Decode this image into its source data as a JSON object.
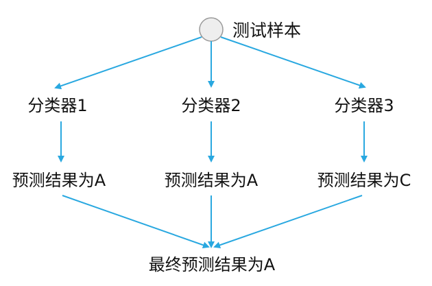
{
  "diagram": {
    "sample": {
      "label": "测试样本"
    },
    "classifiers": [
      {
        "label": "分类器1"
      },
      {
        "label": "分类器2"
      },
      {
        "label": "分类器3"
      }
    ],
    "predictions": [
      {
        "label": "预测结果为A"
      },
      {
        "label": "预测结果为A"
      },
      {
        "label": "预测结果为C"
      }
    ],
    "final": {
      "label": "最终预测结果为A"
    },
    "colors": {
      "arrow": "#29a8e0",
      "node_fill": "#eeeeee",
      "node_stroke": "#999999",
      "text": "#111111"
    }
  }
}
